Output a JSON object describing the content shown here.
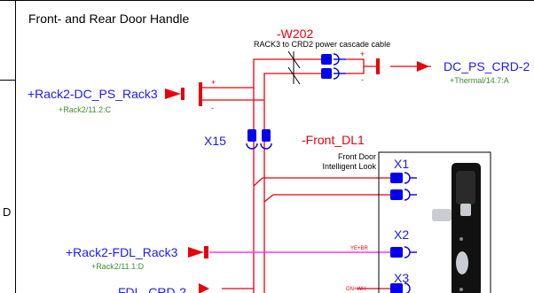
{
  "sheet": {
    "title": "Front- and Rear Door Handle",
    "row_letter": "D"
  },
  "cable": {
    "id": "-W202",
    "description": "RACK3 to CRD2 power cascade cable"
  },
  "connectors": {
    "x15": "X15",
    "x1": "X1",
    "x2": "X2",
    "x3": "X3"
  },
  "device": {
    "id": "-Front_DL1",
    "desc_line1": "Front Door",
    "desc_line2": "Intelligent Look"
  },
  "signals": {
    "rack2_dc_ps_rack3": {
      "label": "+Rack2-DC_PS_Rack3",
      "ref": "+Rack2/11.2:C"
    },
    "dc_ps_crd2": {
      "label": "DC_PS_CRD-2",
      "ref": "+Thermal/14.7:A"
    },
    "rack2_fdl_rack3": {
      "label": "+Rack2-FDL_Rack3",
      "ref": "+Rack2/11.1:D"
    },
    "fdl_crd2": {
      "label": "FDL_CRD-2"
    }
  },
  "wire_marks": {
    "plus": "+",
    "minus": "-",
    "ye_br": "YE+BR",
    "gn_wh": "GN+WH"
  },
  "colors": {
    "wire_red": "#e8000b",
    "wire_magenta": "#ff33ff",
    "connector_blue": "#0000ee",
    "label_blue": "#1a1aff",
    "ref_green": "#3e8e2e",
    "handle_black": "#111111",
    "handle_silver": "#c9ccd0"
  }
}
